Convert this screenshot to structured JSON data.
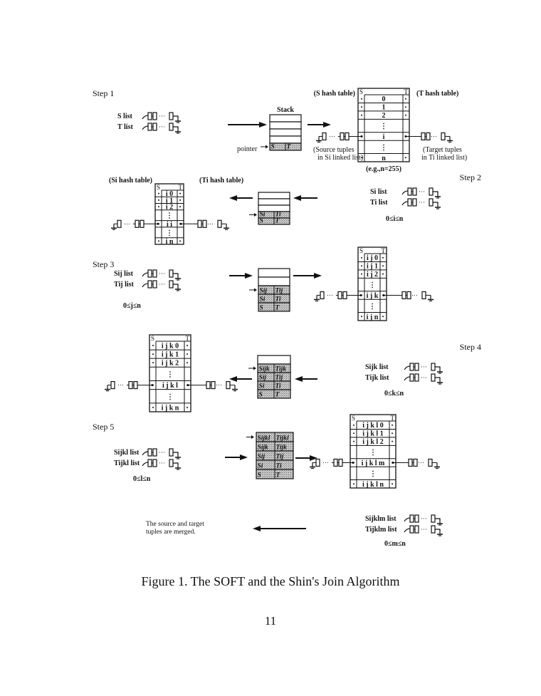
{
  "caption": "Figure 1. The SOFT and the Shin's Join Algorithm",
  "page_number": "11",
  "steps": [
    {
      "step_label": "Step 1",
      "lists": [
        "S list",
        "T list"
      ],
      "stack": {
        "title": "Stack",
        "pointer_label": "pointer",
        "empty_rows": 4,
        "rows": [
          [
            "S",
            "T"
          ]
        ]
      },
      "hash_table": {
        "header": [
          "S",
          "T"
        ],
        "rows": [
          "0",
          "1",
          "2",
          "⋮",
          "i",
          "⋮",
          "n"
        ],
        "left_label": "(S  hash table)",
        "right_label": "(T  hash table)",
        "left_note": [
          "(Source tuples",
          "in Si linked list)"
        ],
        "right_note": [
          "(Target tuples",
          "in Ti linked list)"
        ],
        "footnote": "(e.g.,n=255)"
      }
    },
    {
      "step_label": "Step 2",
      "lists": [
        "Si list",
        "Ti list"
      ],
      "range": "0≤i≤n",
      "stack": {
        "empty_rows": 3,
        "rows": [
          [
            "Si",
            "Ti"
          ],
          [
            "S",
            "T"
          ]
        ]
      },
      "hash_table": {
        "header": [
          "S",
          "T"
        ],
        "rows": [
          "i 0",
          "i 1",
          "i 2",
          "⋮",
          "i i",
          "⋮",
          "i n"
        ],
        "left_label": "(Si  hash table)",
        "right_label": "(Ti  hash table)"
      }
    },
    {
      "step_label": "Step 3",
      "lists": [
        "Sij list",
        "Tij list"
      ],
      "range": "0≤j≤n",
      "stack": {
        "empty_rows": 2,
        "rows": [
          [
            "Sij",
            "Tij"
          ],
          [
            "Si",
            "Ti"
          ],
          [
            "S",
            "T"
          ]
        ]
      },
      "hash_table": {
        "header": [
          "S",
          "T"
        ],
        "rows": [
          "i j 0",
          "i j 1",
          "i j 2",
          "⋮",
          "i j k",
          "⋮",
          "i j n"
        ]
      }
    },
    {
      "step_label": "Step 4",
      "lists": [
        "Sijk list",
        "Tijk list"
      ],
      "range": "0≤k≤n",
      "stack": {
        "empty_rows": 1,
        "rows": [
          [
            "Sijk",
            "Tijk"
          ],
          [
            "Sij",
            "Tij"
          ],
          [
            "Si",
            "Ti"
          ],
          [
            "S",
            "T"
          ]
        ]
      },
      "hash_table": {
        "header": [
          "S",
          "T"
        ],
        "rows": [
          "i j k 0",
          "i j k 1",
          "i j k 2",
          "⋮",
          "i j k l",
          "⋮",
          "i j k n"
        ]
      }
    },
    {
      "step_label": "Step 5",
      "lists": [
        "Sijkl list",
        "Tijkl list"
      ],
      "range": "0≤l≤n",
      "stack": {
        "empty_rows": 0,
        "rows": [
          [
            "Sijkl",
            "Tijkl"
          ],
          [
            "Sijk",
            "Tijk"
          ],
          [
            "Sij",
            "Tij"
          ],
          [
            "Si",
            "Ti"
          ],
          [
            "S",
            "T"
          ]
        ]
      },
      "hash_table": {
        "header": [
          "S",
          "T"
        ],
        "rows": [
          "i j k l 0",
          "i j k l 1",
          "i j k l 2",
          "⋮",
          "i j k l m",
          "⋮",
          "i j k l n"
        ]
      }
    }
  ],
  "final": {
    "lists": [
      "Sijklm list",
      "Tijklm list"
    ],
    "range": "0≤m≤n",
    "merged_note": [
      "The source and target",
      "tuples are merged."
    ]
  }
}
